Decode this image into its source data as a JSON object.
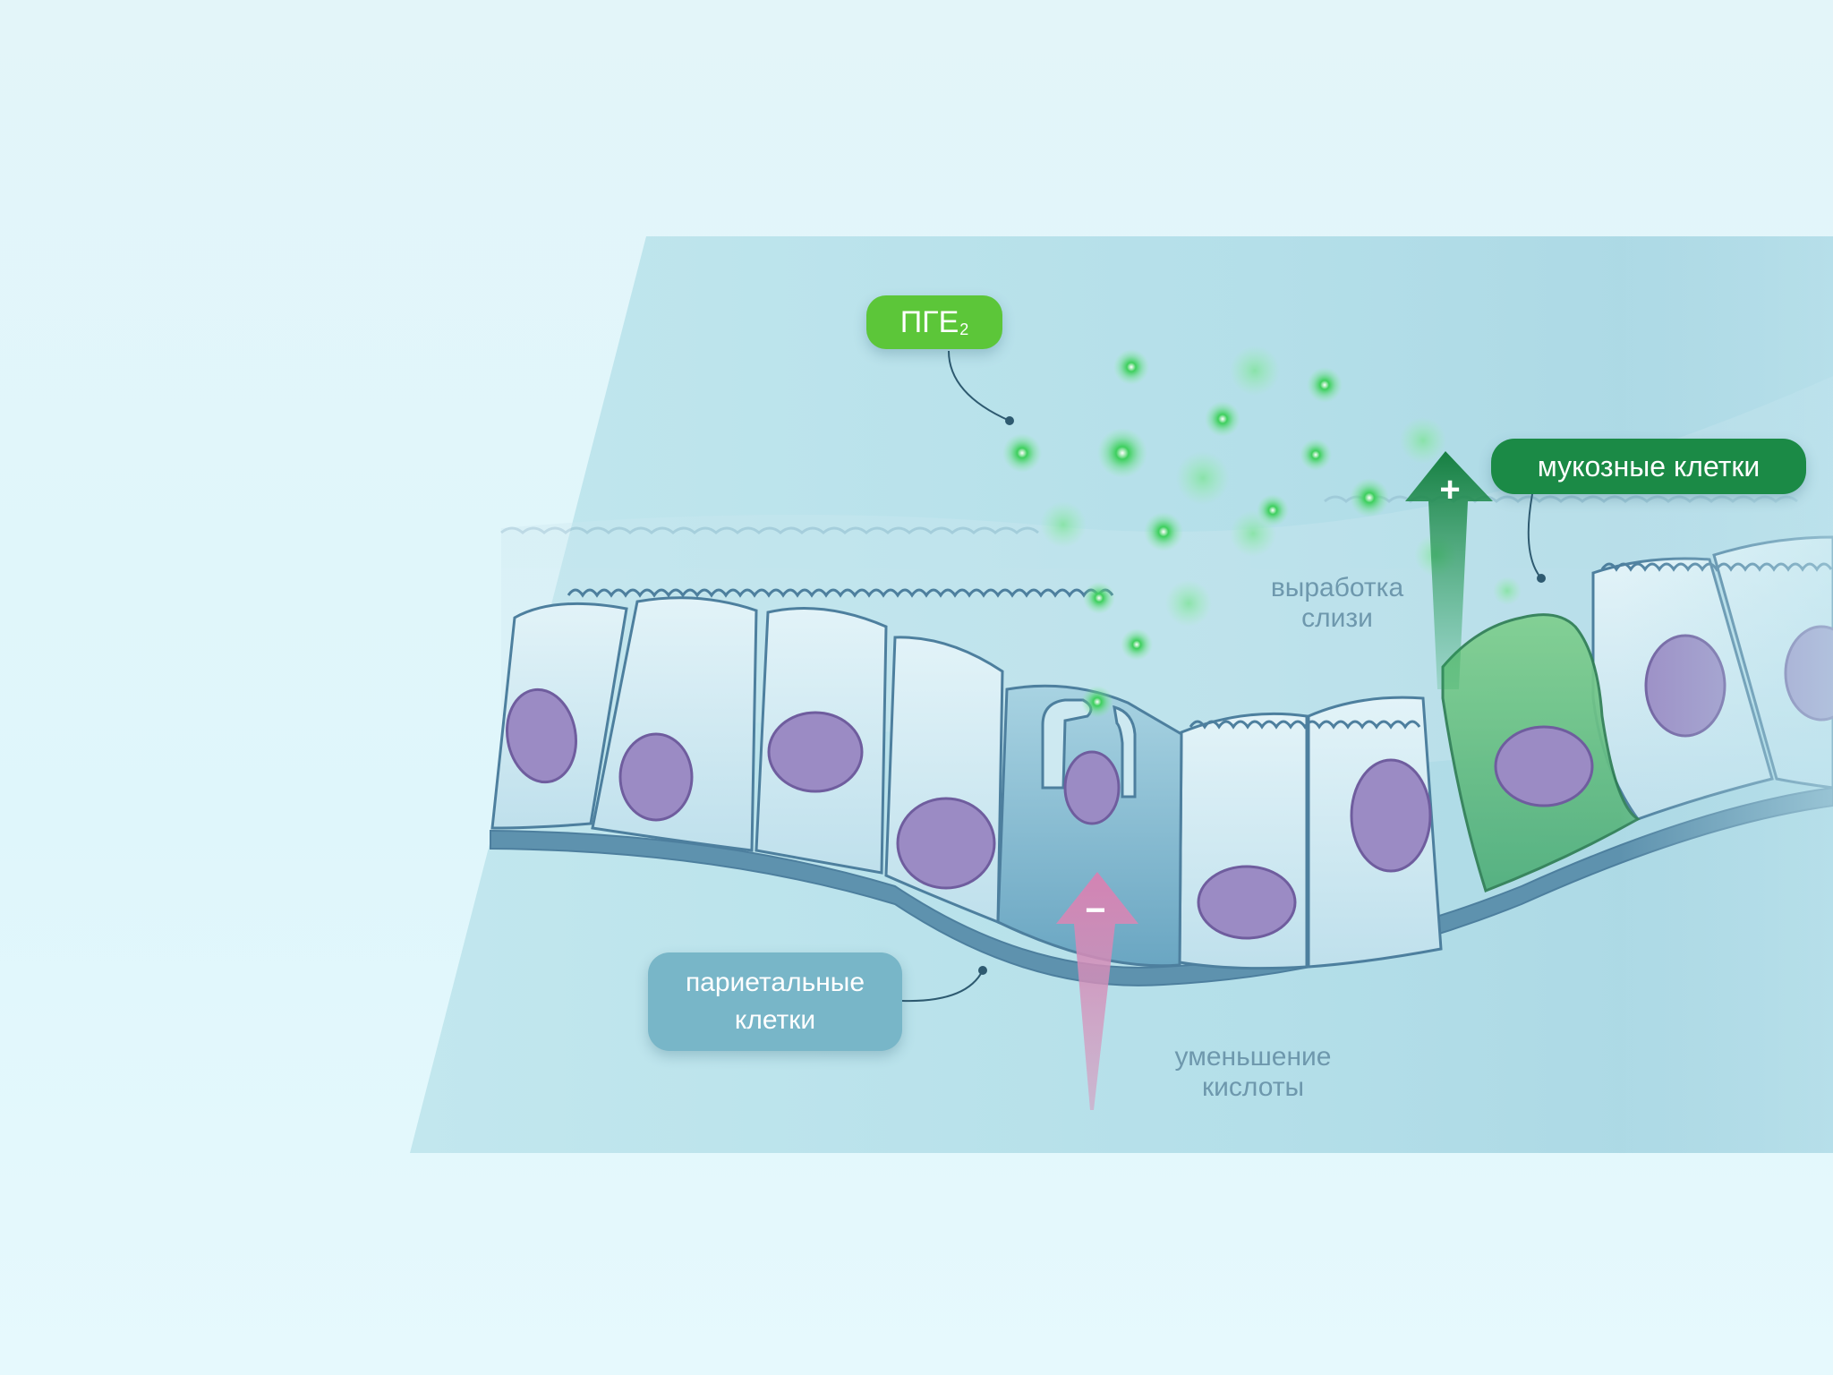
{
  "labels": {
    "pge": "ПГЕ",
    "pge_sub": "2",
    "mucous_cells": "мукозные клетки",
    "parietal_line1": "париетальные",
    "parietal_line2": "клетки",
    "mucus_production_line1": "выработка",
    "mucus_production_line2": "слизи",
    "acid_reduction_line1": "уменьшение",
    "acid_reduction_line2": "кислоты"
  },
  "arrows": {
    "increase_sign": "+",
    "decrease_sign": "−"
  },
  "colors": {
    "background": "#e3f5f9",
    "plane": "#b7e1ea",
    "cell_fill": "#d3ecf3",
    "cell_outline": "#4d7f9e",
    "nucleus": "#9b8bc4",
    "parietal_cell": "#82b6cd",
    "mucous_cell": "#4fae7a",
    "pge_particle": "#3ecf5e",
    "pge_label": "#5cc639",
    "mucous_label": "#1b8a46",
    "parietal_label": "#78b6c8",
    "increase_arrow": "#1a8c4a",
    "decrease_arrow": "#c978a9"
  }
}
